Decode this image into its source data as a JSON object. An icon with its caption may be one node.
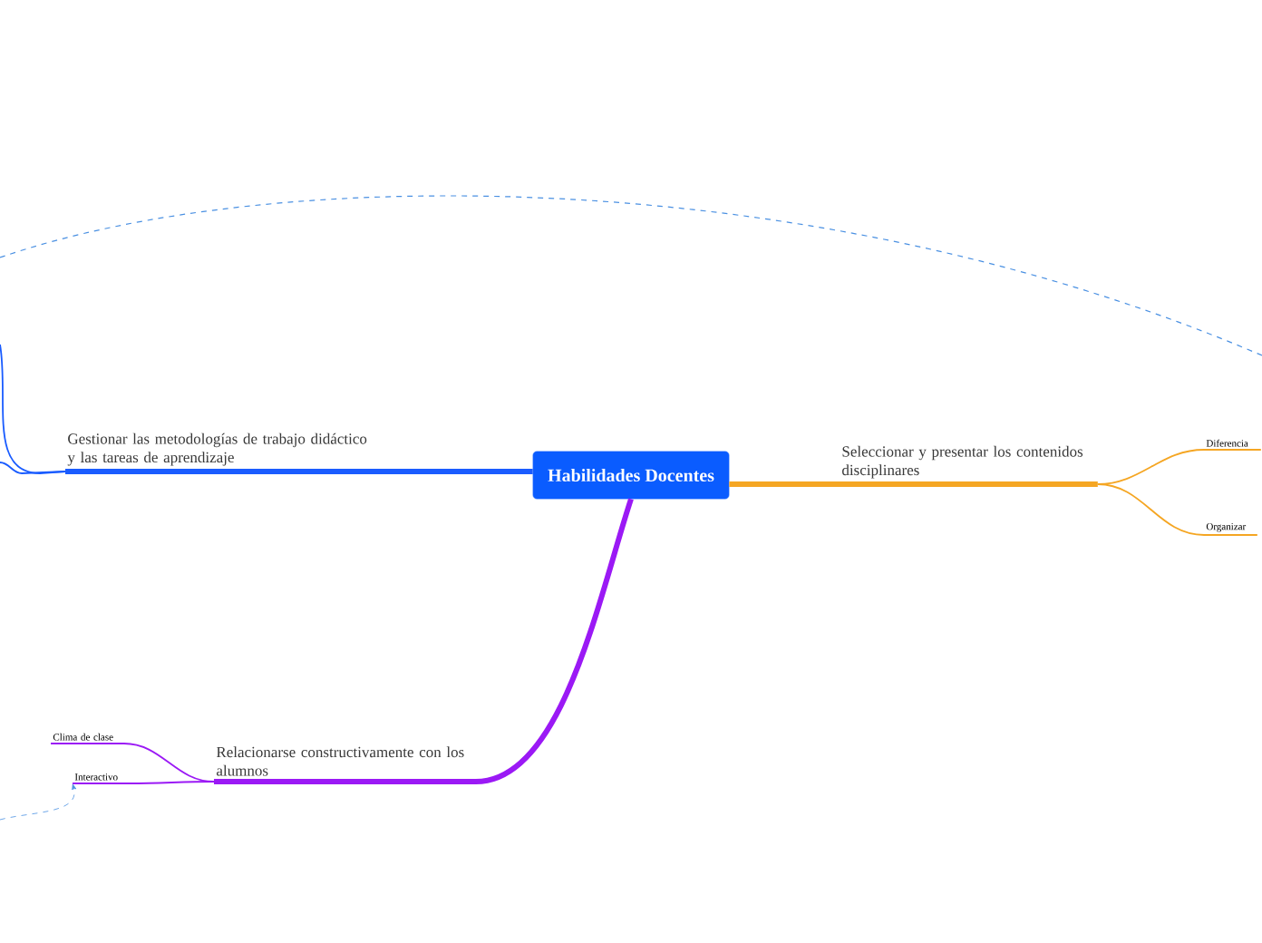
{
  "diagram": {
    "nodes": [
      {
        "text": [
          "Habilidades Docentes"
        ]
      },
      {
        "text": [
          "Gestionar las metodologías de trabajo didáctico y las tareas de aprendizaje"
        ]
      },
      {
        "text": [
          "Seleccionar y presentar los contenidos disciplinares"
        ]
      },
      {
        "text": [
          "Diferencia"
        ]
      },
      {
        "text": [
          "Organizar"
        ]
      },
      {
        "text": [
          "Relacionarse constructivamente con los alumnos"
        ]
      },
      {
        "text": [
          "Clima de clase"
        ]
      },
      {
        "text": [
          "Interactivo"
        ]
      }
    ],
    "edges": [
      {
        "from": 0,
        "to": 1,
        "arrow": "none",
        "style": "thick",
        "color": "#1a5cff"
      },
      {
        "from": 1,
        "to": null,
        "arrow": "none",
        "color": "#1a5cff"
      },
      {
        "from": 1,
        "to": null,
        "arrow": "none",
        "color": "#1a5cff"
      },
      {
        "from": 0,
        "to": 2,
        "arrow": "none",
        "style": "thick",
        "color": "#f5a623"
      },
      {
        "from": 2,
        "to": 3,
        "arrow": "none",
        "color": "#f5a623"
      },
      {
        "from": 2,
        "to": 4,
        "arrow": "none",
        "color": "#f5a623"
      },
      {
        "from": 0,
        "to": 5,
        "arrow": "none",
        "style": "thick",
        "color": "#9b19f5"
      },
      {
        "from": 5,
        "to": 6,
        "arrow": "none",
        "color": "#9b19f5"
      },
      {
        "from": 5,
        "to": 7,
        "arrow": "none",
        "color": "#9b19f5"
      },
      {
        "from": null,
        "to": 7,
        "arrow": "to",
        "style": "dashed",
        "color": "#4a90e2"
      }
    ]
  }
}
